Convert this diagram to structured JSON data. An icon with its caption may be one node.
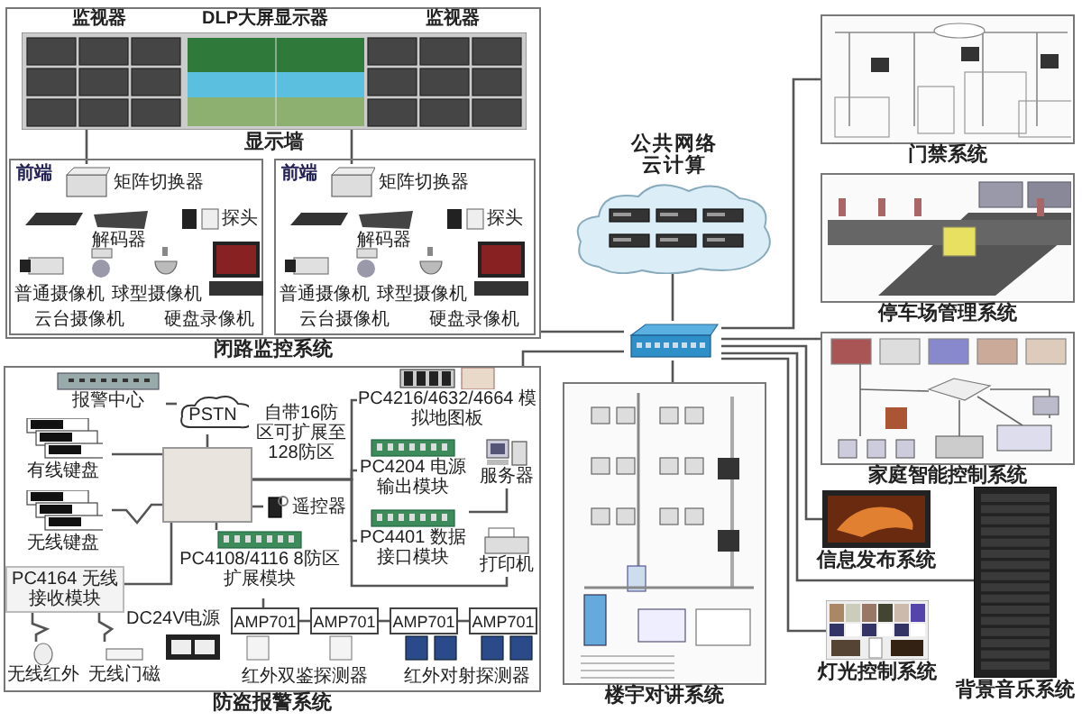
{
  "diagram": {
    "nodes": [
      {
        "text": [
          "闭路监控系统"
        ]
      },
      {
        "text": [
          "显示墙"
        ],
        "in": 0,
        "beside": [
          "监视器",
          "DLP大屏显示器",
          "监视器"
        ]
      },
      {
        "text": [
          "前端"
        ],
        "in": 0
      },
      {
        "text": [
          "前端"
        ],
        "in": 0
      },
      {
        "text": [
          "矩阵切换器"
        ],
        "in": 2
      },
      {
        "text": [
          "矩阵切换器"
        ],
        "in": 3
      },
      {
        "text": [
          "公共网络云计算"
        ]
      },
      {
        "text": [],
        "shape": "picture"
      },
      {
        "text": [
          "门禁系统"
        ]
      },
      {
        "text": [
          "停车场管理系统"
        ]
      },
      {
        "text": [
          "家庭智能控制系统"
        ]
      },
      {
        "text": [
          "信息发布系统"
        ]
      },
      {
        "text": [
          "灯光控制系统"
        ]
      },
      {
        "text": [
          "背景音乐系统"
        ]
      },
      {
        "text": [
          "楼宇对讲系统"
        ]
      },
      {
        "text": [
          "防盗报警系统"
        ]
      },
      {
        "text": [],
        "shape": "box",
        "in": 15
      },
      {
        "text": [
          "报警中心"
        ],
        "in": 15
      },
      {
        "text": [
          "PSTN"
        ],
        "in": 15
      },
      {
        "text": [
          "有线键盘"
        ],
        "in": 15
      },
      {
        "text": [
          "无线键盘"
        ],
        "in": 15
      },
      {
        "text": [
          "PC4164 无线接收模块"
        ],
        "in": 15
      },
      {
        "text": [
          "无线红外"
        ],
        "in": 15
      },
      {
        "text": [
          "无线门磁"
        ],
        "in": 15
      },
      {
        "text": [
          "遥控器"
        ],
        "in": 15
      },
      {
        "text": [
          "PC4108/4116 8防区扩展模块"
        ],
        "in": 15
      },
      {
        "text": [
          "PC4216/4632/4664 模拟地图板"
        ],
        "in": 15
      },
      {
        "text": [
          "PC4204 电源输出模块"
        ],
        "in": 15
      },
      {
        "text": [
          "PC4401 数据接口模块"
        ],
        "in": 15
      },
      {
        "text": [
          "服务器"
        ],
        "in": 15
      },
      {
        "text": [
          "打印机"
        ],
        "in": 15
      },
      {
        "text": [
          "AMP701"
        ],
        "in": 15
      },
      {
        "text": [
          "AMP701"
        ],
        "in": 15
      },
      {
        "text": [
          "AMP701"
        ],
        "in": 15
      },
      {
        "text": [
          "AMP701"
        ],
        "in": 15
      }
    ],
    "edges": [
      {
        "from": 1,
        "to": 4,
        "arrow": "none"
      },
      {
        "from": 1,
        "to": 5,
        "arrow": "none"
      },
      {
        "from": 6,
        "to": 7,
        "arrow": "none"
      },
      {
        "from": 7,
        "to": 0,
        "arrow": "none"
      },
      {
        "from": 7,
        "to": 15,
        "arrow": "none"
      },
      {
        "from": 7,
        "to": 14,
        "arrow": "none"
      },
      {
        "from": 7,
        "to": 8,
        "arrow": "none"
      },
      {
        "from": 7,
        "to": 10,
        "arrow": "none"
      },
      {
        "from": 7,
        "to": 11,
        "arrow": "none"
      },
      {
        "from": 7,
        "to": 13,
        "arrow": "none"
      },
      {
        "from": 7,
        "to": 12,
        "arrow": "none"
      },
      {
        "from": 17,
        "to": 18,
        "arrow": "none"
      },
      {
        "from": 18,
        "to": 16,
        "arrow": "none"
      },
      {
        "from": 16,
        "to": 19,
        "arrow": "none"
      },
      {
        "from": 16,
        "to": 20,
        "arrow": "none"
      },
      {
        "from": 16,
        "to": 21,
        "arrow": "none"
      },
      {
        "from": 21,
        "to": 22,
        "arrow": "none"
      },
      {
        "from": 21,
        "to": 23,
        "arrow": "none"
      },
      {
        "from": 16,
        "to": 24,
        "arrow": "none"
      },
      {
        "from": 16,
        "to": 25,
        "arrow": "none"
      },
      {
        "from": 16,
        "to": 26,
        "arrow": "none"
      },
      {
        "from": 16,
        "to": 27,
        "arrow": "none"
      },
      {
        "from": 16,
        "to": 28,
        "arrow": "none"
      },
      {
        "from": 28,
        "to": 29,
        "arrow": "none"
      },
      {
        "from": 16,
        "to": 30,
        "arrow": "none"
      },
      {
        "from": 25,
        "to": 31,
        "arrow": "none"
      },
      {
        "from": 31,
        "to": 32,
        "arrow": "none"
      },
      {
        "from": 32,
        "to": 33,
        "arrow": "none"
      },
      {
        "from": 33,
        "to": 34,
        "arrow": "none"
      }
    ],
    "labels": [
      "解码器",
      "探头",
      "普通摄像机",
      "球型摄像机",
      "云台摄像机",
      "硬盘录像机",
      "解码器",
      "探头",
      "普通摄像机",
      "球型摄像机",
      "云台摄像机",
      "硬盘录像机",
      "自带16防区可扩展至128防区",
      "DC24V电源",
      "红外双鉴探测器",
      "红外对射探测器"
    ]
  }
}
